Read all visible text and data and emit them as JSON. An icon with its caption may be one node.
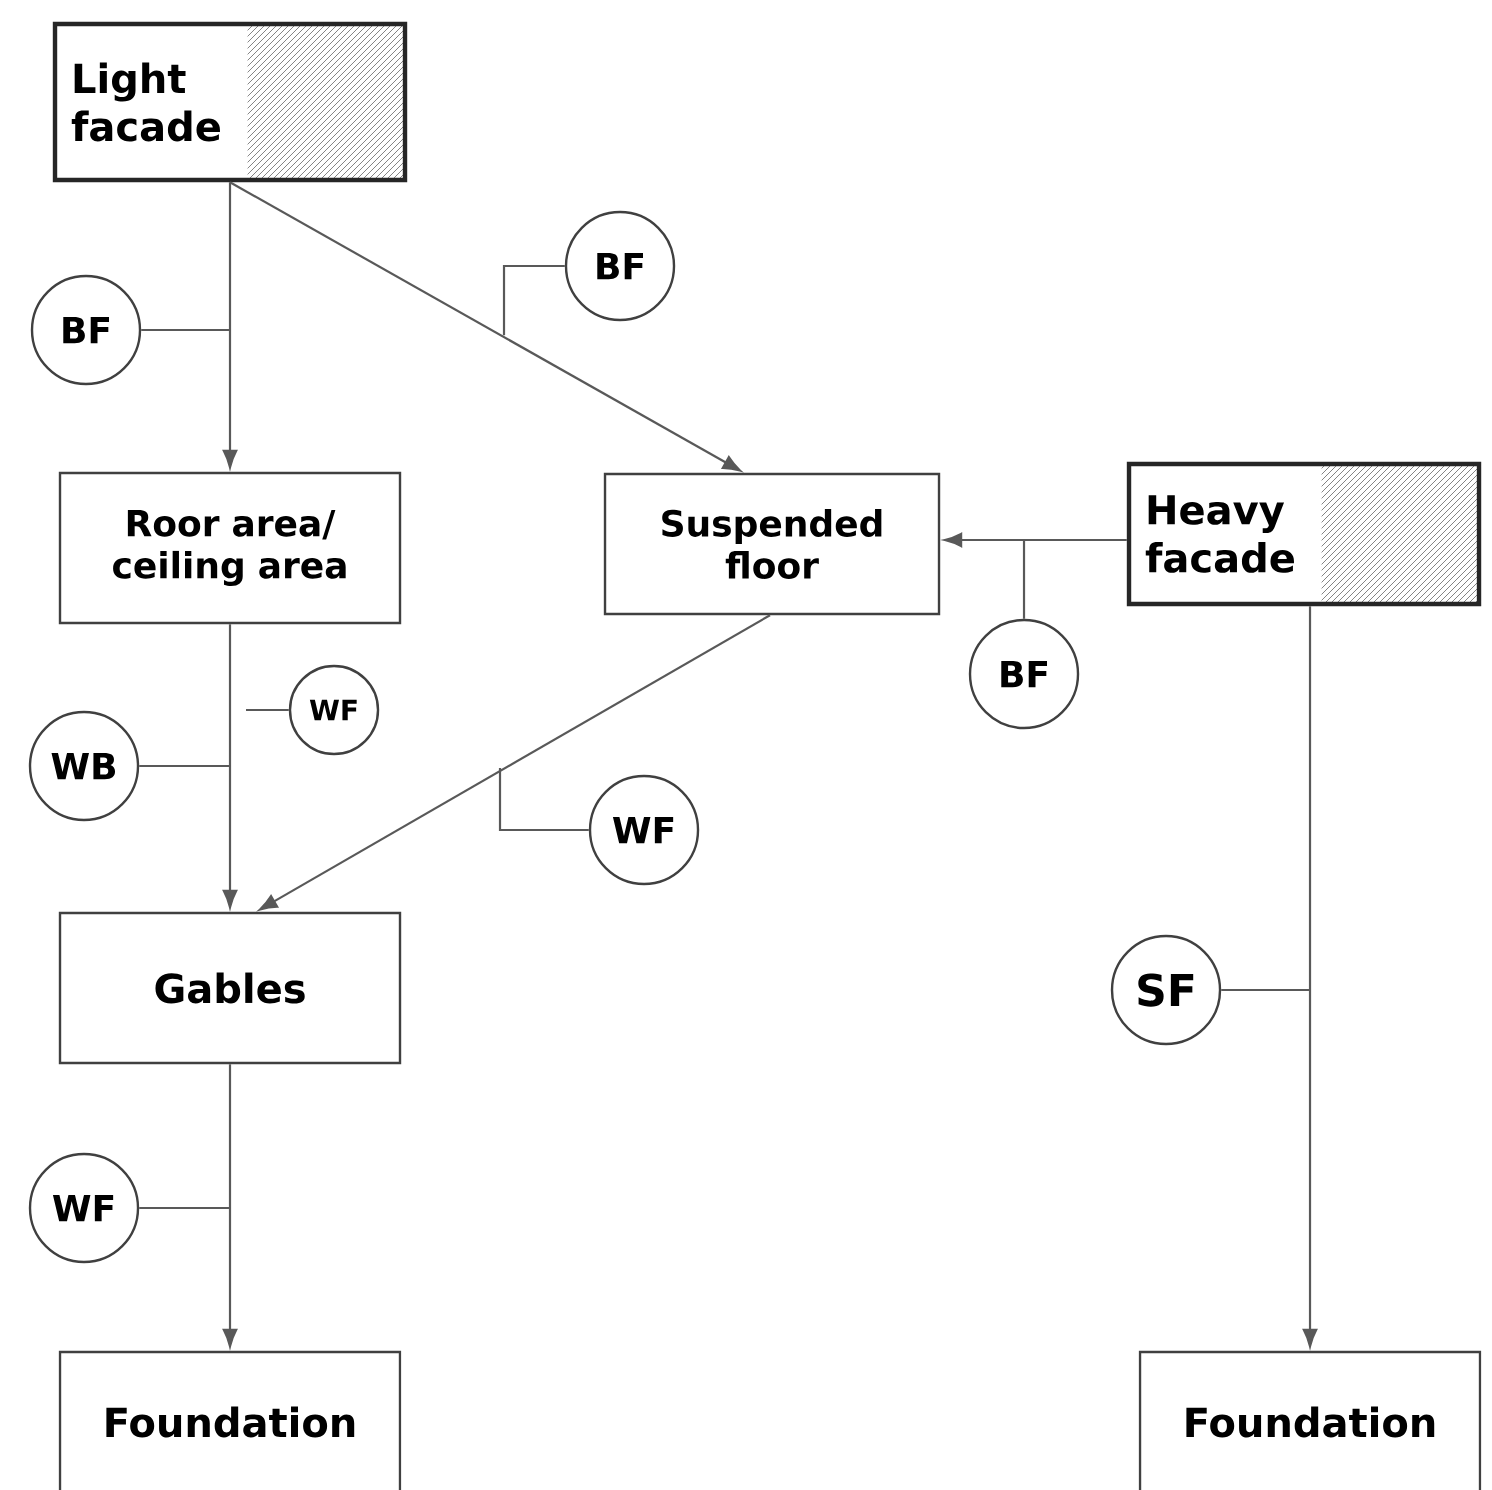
{
  "diagram": {
    "nodes": [
      {
        "text": [
          "Light facade"
        ]
      },
      {
        "text": [
          "BF"
        ]
      },
      {
        "text": [
          "BF"
        ]
      },
      {
        "text": [
          "Roor area/ ceiling area"
        ]
      },
      {
        "text": [
          "Suspended floor"
        ]
      },
      {
        "text": [
          "Heavy facade"
        ]
      },
      {
        "text": [
          "BF"
        ]
      },
      {
        "text": [
          "WF"
        ]
      },
      {
        "text": [
          "WB"
        ]
      },
      {
        "text": [
          "WF"
        ]
      },
      {
        "text": [
          "Gables"
        ]
      },
      {
        "text": [
          "SF"
        ]
      },
      {
        "text": [
          "WF"
        ]
      },
      {
        "text": [
          "Foundation"
        ]
      },
      {
        "text": [
          "Foundation"
        ]
      }
    ],
    "edges": [
      {
        "from": 0,
        "to": 3,
        "arrow": "to"
      },
      {
        "from": 0,
        "to": 4,
        "arrow": "to"
      },
      {
        "from": 5,
        "to": 4,
        "arrow": "to"
      },
      {
        "from": 3,
        "to": 10,
        "arrow": "to"
      },
      {
        "from": 4,
        "to": 10,
        "arrow": "to"
      },
      {
        "from": 10,
        "to": 13,
        "arrow": "to"
      },
      {
        "from": 5,
        "to": 14,
        "arrow": "to"
      },
      {
        "from": 1,
        "to": null,
        "arrow": "none"
      },
      {
        "from": 2,
        "to": null,
        "arrow": "none"
      },
      {
        "from": 6,
        "to": null,
        "arrow": "none"
      },
      {
        "from": 7,
        "to": null,
        "arrow": "none"
      },
      {
        "from": 8,
        "to": null,
        "arrow": "none"
      },
      {
        "from": 9,
        "to": null,
        "arrow": "none"
      },
      {
        "from": 11,
        "to": null,
        "arrow": "none"
      },
      {
        "from": 12,
        "to": null,
        "arrow": "none"
      }
    ]
  }
}
